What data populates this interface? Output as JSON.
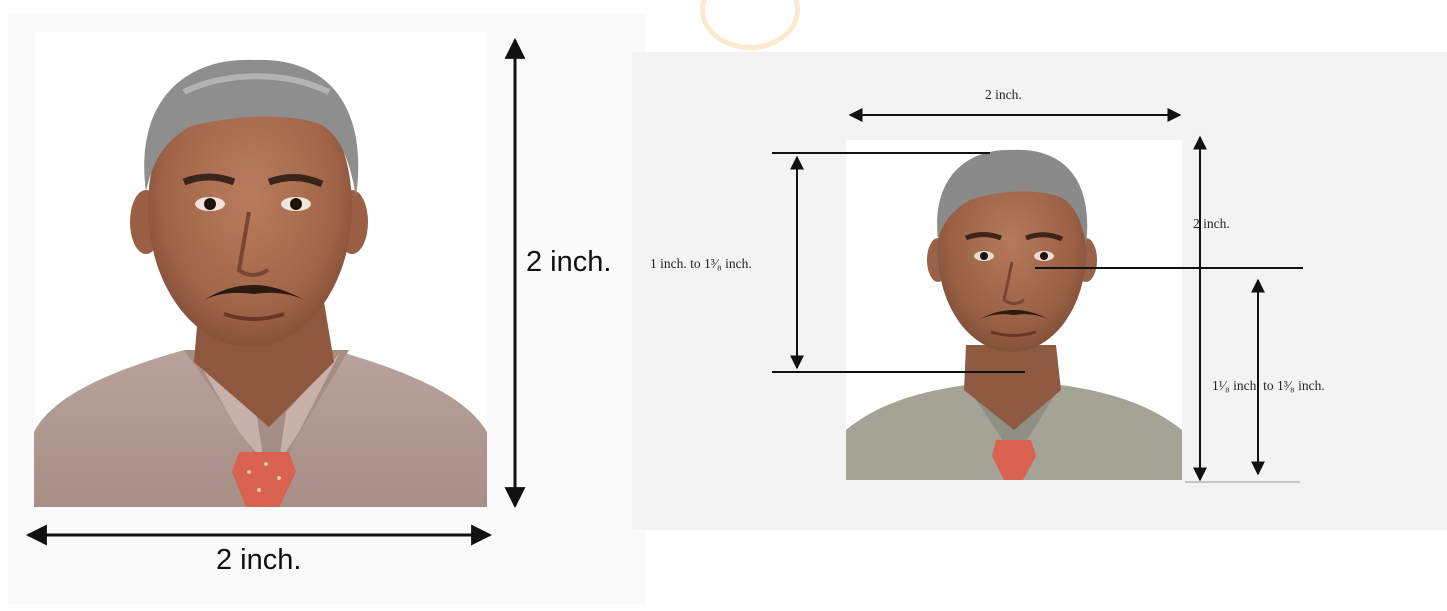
{
  "left_figure": {
    "width_label": "2 inch.",
    "height_label": "2 inch."
  },
  "right_figure": {
    "width_label": "2 inch.",
    "height_label": "2 inch.",
    "head_height_label": "1 inch. to 1³⁄₈ inch.",
    "eye_height_label": "1¹⁄₈ inch. to 1³⁄₈ inch."
  },
  "colors": {
    "line": "#111111",
    "shirt": "#b39e98",
    "tie": "#d8624f",
    "hair": "#8e8e8e",
    "skin": "#a86e50"
  }
}
